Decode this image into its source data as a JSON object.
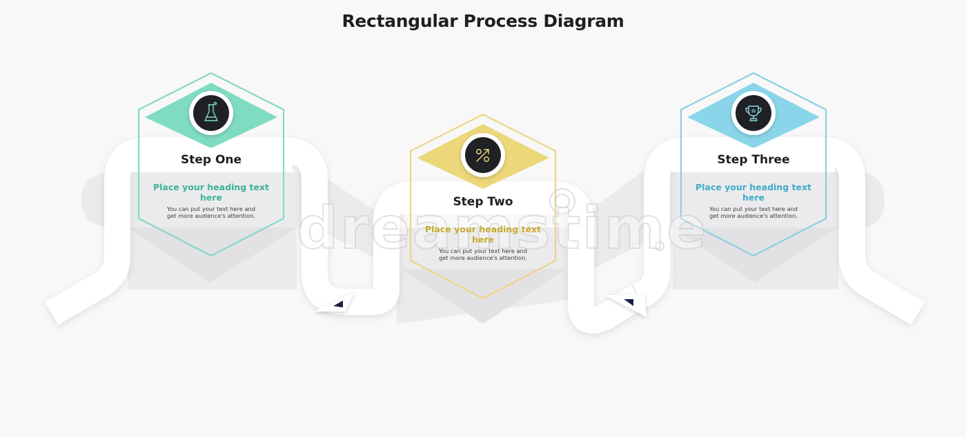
{
  "title": "Rectangular Process Diagram",
  "steps": [
    {
      "name": "Step One",
      "heading": "Place your heading text here",
      "body": "You can put your text here and get more audience's attention.",
      "icon": "flask-icon",
      "accent": "#7fdcc3",
      "border": "#84d9c2",
      "heading_color": "#3bb495"
    },
    {
      "name": "Step Two",
      "heading": "Place your heading text here",
      "body": "You can put your text here and get more audience's attention.",
      "icon": "percent-icon",
      "accent": "#ecd77a",
      "border": "#ebd583",
      "heading_color": "#c9ab2e"
    },
    {
      "name": "Step Three",
      "heading": "Place your heading text here",
      "body": "You can put your text here and get more audience's attention.",
      "icon": "trophy-icon",
      "accent": "#8ad5e9",
      "border": "#8dcde0",
      "heading_color": "#3eaac8"
    }
  ],
  "watermark": "dreamstime",
  "colors": {
    "background": "#f8f8f8",
    "ribbon": "#ffffff",
    "shadow": "#e8e8ea",
    "icon_circle": "#202124",
    "arrow_accent": "#1a1f44"
  }
}
